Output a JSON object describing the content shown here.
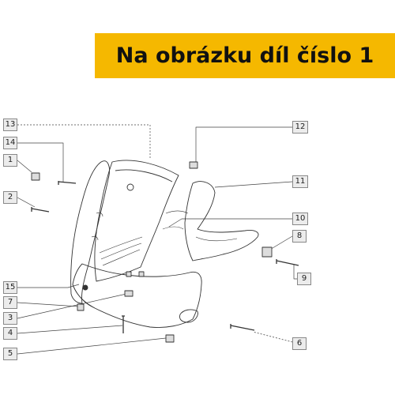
{
  "banner": {
    "text": "Na obrázku díl číslo 1",
    "color": "#f5b800"
  },
  "callouts": [
    {
      "id": "c1",
      "label": "1"
    },
    {
      "id": "c2",
      "label": "2"
    },
    {
      "id": "c3",
      "label": "3"
    },
    {
      "id": "c4",
      "label": "4"
    },
    {
      "id": "c5",
      "label": "5"
    },
    {
      "id": "c6",
      "label": "6"
    },
    {
      "id": "c7",
      "label": "7"
    },
    {
      "id": "c8",
      "label": "8"
    },
    {
      "id": "c9",
      "label": "9"
    },
    {
      "id": "c10",
      "label": "10"
    },
    {
      "id": "c11",
      "label": "11"
    },
    {
      "id": "c12",
      "label": "12"
    },
    {
      "id": "c13",
      "label": "13"
    },
    {
      "id": "c14",
      "label": "14"
    },
    {
      "id": "c15",
      "label": "15"
    }
  ]
}
